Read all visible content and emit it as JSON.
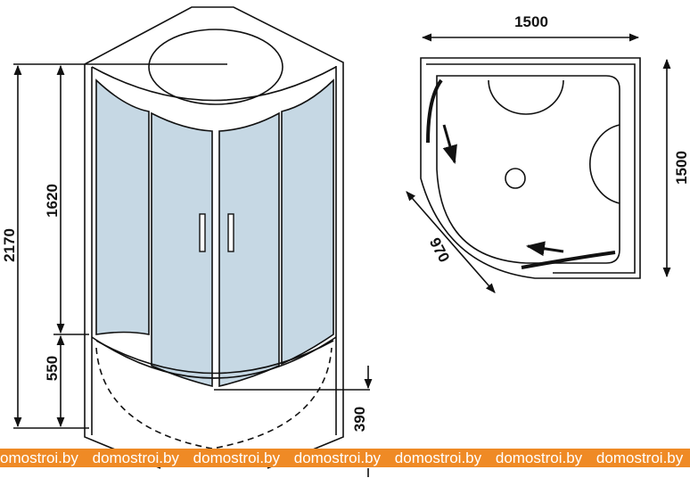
{
  "front_view": {
    "dimensions": {
      "total_height": "2170",
      "glass_height": "1620",
      "tray_height": "550",
      "tray_depth": "390"
    },
    "glass_color": "#c6d8e4"
  },
  "plan_view": {
    "dimensions": {
      "width": "1500",
      "depth": "1500",
      "door_width": "970"
    }
  },
  "watermark": {
    "text": [
      "omostroi.by",
      "domostroi.by",
      "domostroi.by",
      "domostroi.by",
      "domostroi.by",
      "domostroi.by",
      "domostroi.by"
    ],
    "color": "#ef8a25"
  }
}
